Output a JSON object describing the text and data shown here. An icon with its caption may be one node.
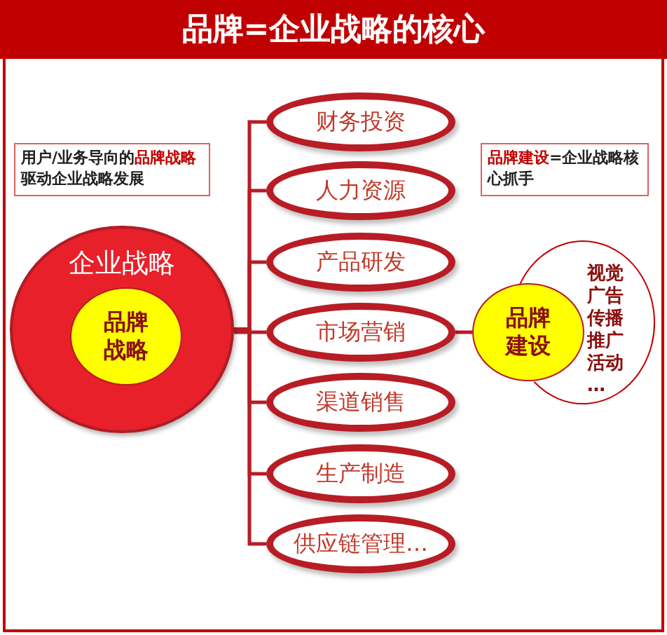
{
  "diagram": {
    "title": "品牌=企业战略的核心",
    "nodes": [
      {
        "text": [
          "用户/业务导向的**品牌战略**驱动企业战略发展"
        ]
      },
      {
        "text": [
          "企业战略"
        ]
      },
      {
        "text": [
          "品牌战略"
        ],
        "in": 1
      },
      {
        "text": [
          "财务投资"
        ]
      },
      {
        "text": [
          "人力资源"
        ]
      },
      {
        "text": [
          "产品研发"
        ]
      },
      {
        "text": [
          "市场营销"
        ]
      },
      {
        "text": [
          "渠道销售"
        ]
      },
      {
        "text": [
          "生产制造"
        ]
      },
      {
        "text": [
          "供应链管理…"
        ]
      },
      {
        "text": [
          "品牌建设"
        ]
      },
      {
        "text": [
          "视觉",
          "广告",
          "传播",
          "推广",
          "活动",
          "…"
        ]
      },
      {
        "text": [
          "**品牌建设**=企业战略核心抓手"
        ]
      }
    ],
    "edges": [
      {
        "from": 1,
        "to": 3,
        "arrow": "none"
      },
      {
        "from": 1,
        "to": 4,
        "arrow": "none"
      },
      {
        "from": 1,
        "to": 5,
        "arrow": "none"
      },
      {
        "from": 1,
        "to": 6,
        "arrow": "none"
      },
      {
        "from": 1,
        "to": 7,
        "arrow": "none"
      },
      {
        "from": 1,
        "to": 8,
        "arrow": "none"
      },
      {
        "from": 1,
        "to": 9,
        "arrow": "none"
      },
      {
        "from": 6,
        "to": 10,
        "arrow": "none"
      }
    ]
  }
}
